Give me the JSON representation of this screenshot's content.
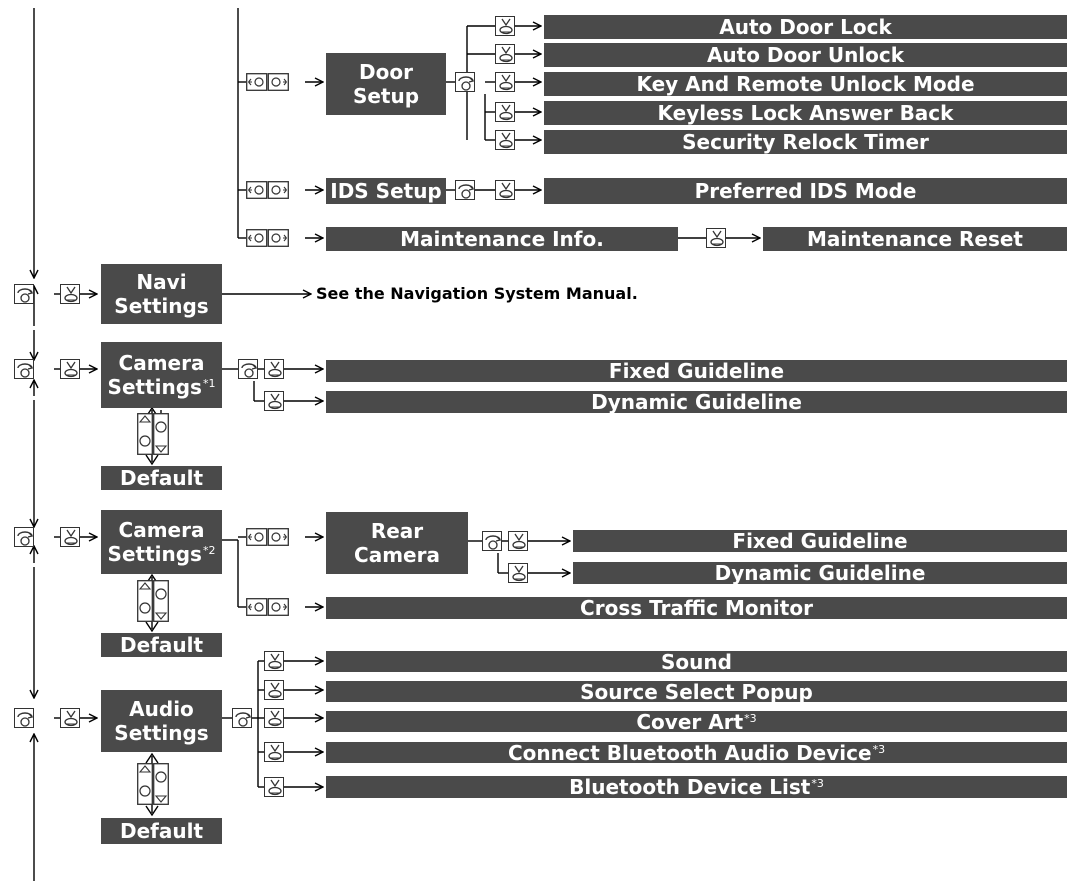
{
  "colors": {
    "box_fill": "#4a4a4a",
    "box_text": "#ffffff",
    "line": "#000000"
  },
  "icons": {
    "rotate": "selector-knob-rotate-icon",
    "push": "selector-knob-push-icon",
    "move_left_right": "selector-knob-move-left-right-icon",
    "move_up_down": "selector-knob-move-up-down-icon"
  },
  "door_setup": {
    "label_line1": "Door",
    "label_line2": "Setup",
    "items": [
      "Auto Door Lock",
      "Auto Door Unlock",
      "Key And Remote Unlock Mode",
      "Keyless Lock Answer Back",
      "Security Relock Timer"
    ]
  },
  "ids_setup": {
    "label": "IDS Setup",
    "item": "Preferred IDS Mode"
  },
  "maintenance": {
    "label": "Maintenance Info.",
    "item": "Maintenance Reset"
  },
  "navi": {
    "label_line1": "Navi",
    "label_line2": "Settings",
    "reference": "See the Navigation System Manual."
  },
  "camera1": {
    "label_line1": "Camera",
    "label_line2": "Settings",
    "footnote": "*1",
    "items": [
      "Fixed Guideline",
      "Dynamic Guideline"
    ],
    "default": "Default"
  },
  "camera2": {
    "label_line1": "Camera",
    "label_line2": "Settings",
    "footnote": "*2",
    "rear_line1": "Rear",
    "rear_line2": "Camera",
    "rear_items": [
      "Fixed Guideline",
      "Dynamic Guideline"
    ],
    "cross_traffic": "Cross Traffic Monitor",
    "default": "Default"
  },
  "audio": {
    "label_line1": "Audio",
    "label_line2": "Settings",
    "items": [
      "Sound",
      "Source Select Popup",
      "Cover Art",
      "Connect Bluetooth Audio Device",
      "Bluetooth Device List"
    ],
    "item_footnotes": [
      "",
      "",
      "*3",
      "*3",
      "*3"
    ],
    "default": "Default"
  }
}
